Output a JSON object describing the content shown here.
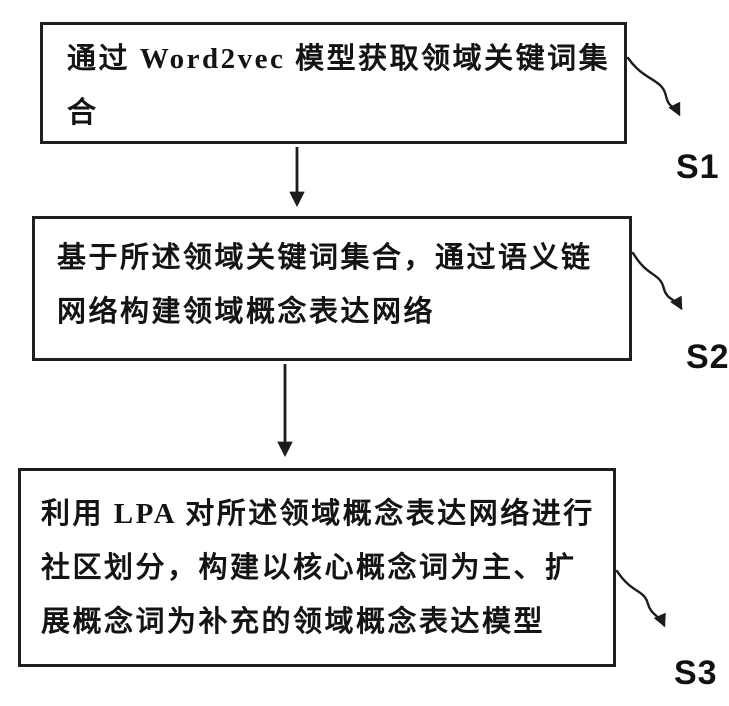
{
  "figure": {
    "type": "flowchart",
    "background": "#ffffff",
    "line_color": "#1c1c1c",
    "text_color": "#141414",
    "steps": [
      {
        "label": "S1",
        "text": "通过 Word2vec 模型获取领域关键词集合",
        "lines": [
          "通过 Word2vec 模型获取领域关键词集",
          "合"
        ]
      },
      {
        "label": "S2",
        "text": "基于所述领域关键词集合，通过语义链网络构建领域概念表达网络",
        "lines": [
          "基于所述领域关键词集合，通过语义链",
          "网络构建领域概念表达网络"
        ]
      },
      {
        "label": "S3",
        "text": "利用 LPA 对所述领域概念表达网络进行社区划分，构建以核心概念词为主、扩展概念词为补充的领域概念表达模型",
        "lines": [
          "利用 LPA 对所述领域概念表达网络进行",
          "社区划分，构建以核心概念词为主、扩",
          "展概念词为补充的领域概念表达模型"
        ]
      }
    ]
  }
}
